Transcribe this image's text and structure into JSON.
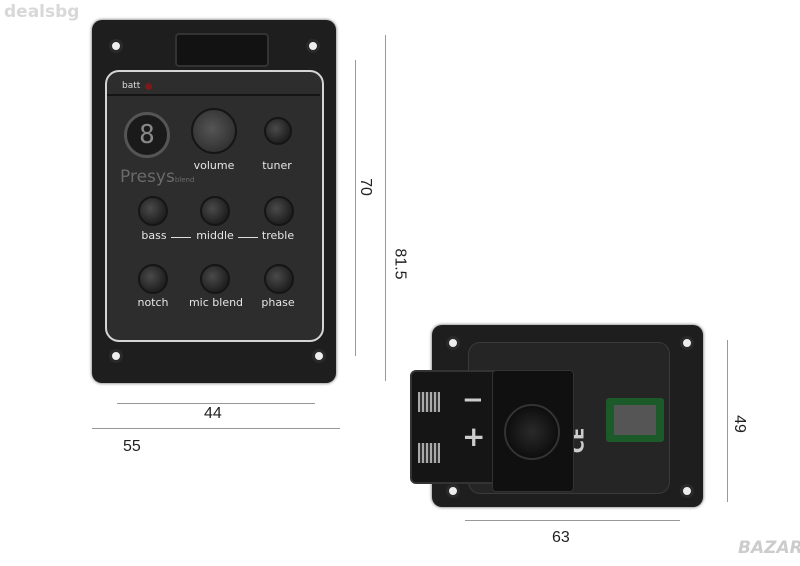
{
  "watermarks": {
    "top_left": "dealsbg",
    "bottom_right": "BAZAR"
  },
  "front_panel": {
    "brand": "Presys",
    "brand_sub": "blend",
    "battery_label": "batt",
    "tuner_display": "8",
    "controls": [
      "volume",
      "tuner",
      "bass",
      "middle",
      "treble",
      "notch",
      "mic blend",
      "phase"
    ]
  },
  "back_panel": {
    "marks": [
      "−",
      "+",
      "CE"
    ]
  },
  "dimensions": {
    "inner_height": "70",
    "outer_height": "81.5",
    "inner_width": "44",
    "outer_width": "55",
    "back_height": "49",
    "back_width": "63"
  }
}
